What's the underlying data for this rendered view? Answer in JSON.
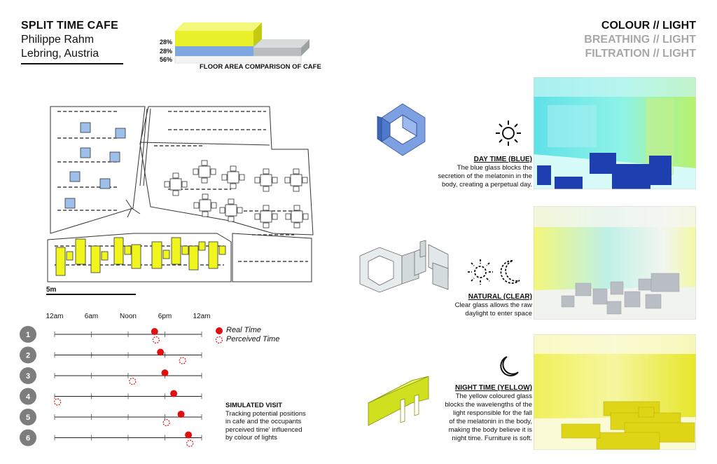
{
  "header": {
    "title": "SPLIT TIME CAFE",
    "architect": "Philippe Rahm",
    "location": "Lebring, Austria"
  },
  "right_header": {
    "line1": "COLOUR // LIGHT",
    "line2": "BREATHING // LIGHT",
    "line3": "FILTRATION // LIGHT"
  },
  "floor_area": {
    "title": "FLOOR AREA COMPARISON OF CAFE",
    "labels": [
      "28%",
      "28%",
      "56%"
    ],
    "colors": {
      "yellow": "#e8f02a",
      "blue": "#7ea6e0",
      "grey": "#b9bcbc"
    }
  },
  "plan": {
    "scale_label": "5m"
  },
  "timeline": {
    "ticks": [
      "12am",
      "6am",
      "Noon",
      "6pm",
      "12am"
    ],
    "legend_real": "Real Time",
    "legend_perceived": "Perceived Time",
    "visits": [
      {
        "n": "1",
        "real": 0.68,
        "perceived": 0.69
      },
      {
        "n": "2",
        "real": 0.72,
        "perceived": 0.87
      },
      {
        "n": "3",
        "real": 0.75,
        "perceived": 0.53
      },
      {
        "n": "4",
        "real": 0.81,
        "perceived": 0.02
      },
      {
        "n": "5",
        "real": 0.86,
        "perceived": 0.76
      },
      {
        "n": "6",
        "real": 0.91,
        "perceived": 0.92
      }
    ],
    "simulated_title": "SIMULATED VISIT",
    "simulated_text": [
      "Tracking potential positions",
      "in cafe and the occupants",
      "perceived time' influenced",
      "by colour of lights"
    ]
  },
  "modes": {
    "day": {
      "title": "DAY TIME (BLUE)",
      "lines": [
        "The blue glass blocks the",
        "secretion of the melatonin in the",
        "body, creating a perpetual day."
      ],
      "icon": "sun-icon"
    },
    "natural": {
      "title": "NATURAL (CLEAR)",
      "lines": [
        "Clear glass allows the raw",
        "daylight to enter space"
      ],
      "icon": "sun-moon-icon"
    },
    "night": {
      "title": "NIGHT TIME (YELLOW)",
      "lines": [
        "The yellow coloured glass",
        "blocks the wavelengths of the",
        "light responsible for the fall",
        "of the melatonin in the body,",
        "making the body believe it is",
        "night time. Furniture is soft."
      ],
      "icon": "moon-icon"
    }
  },
  "colors": {
    "accent_red": "#e01010",
    "grey_text": "#a6a8aa",
    "badge": "#7d7d7d"
  }
}
